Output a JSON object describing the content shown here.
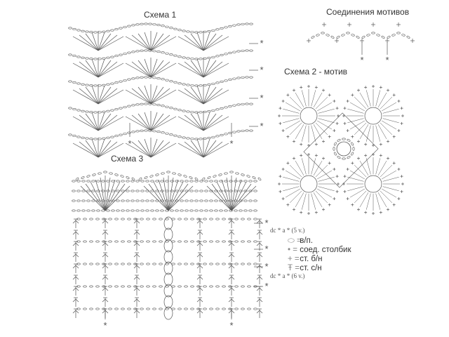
{
  "titles": {
    "scheme1": "Схема 1",
    "scheme2": "Схема 2 - мотив",
    "scheme3": "Схема 3",
    "joins": "Соединения мотивов"
  },
  "annotations": {
    "rep5": "dc * a *  (5 v.)",
    "rep6": "dc * a *  (6 v.)"
  },
  "legend": [
    {
      "symbol": "⬭ =",
      "label": "в/п."
    },
    {
      "symbol": "• =",
      "label": "соед. столбик"
    },
    {
      "symbol": "+ =",
      "label": "ст. б/н"
    },
    {
      "symbol": "Ŧ =",
      "label": "ст. с/н"
    }
  ],
  "colors": {
    "ink": "#555555",
    "background": "#ffffff"
  }
}
